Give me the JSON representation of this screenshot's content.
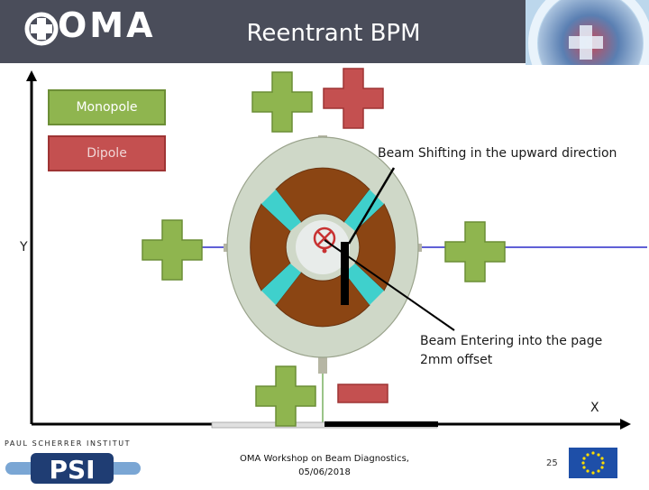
{
  "header": {
    "logo_text": "OMA",
    "title": "Reentrant BPM",
    "header_image_icon": "medical-imaging-icon"
  },
  "legend": {
    "monopole_label": "Monopole",
    "dipole_label": "Dipole"
  },
  "diagram": {
    "y_axis_label": "Y",
    "x_axis_label": "X",
    "annotation_shift": "Beam Shifting in the upward direction",
    "annotation_entering_line1": "Beam Entering into the page",
    "annotation_entering_line2": "2mm offset",
    "beam_icon": "beam-into-page-icon"
  },
  "colors": {
    "header_bg": "#4a4d5a",
    "monopole": "#8fb54f",
    "dipole": "#c45050",
    "electrode_brown": "#8b4513",
    "cyan": "#3fd0cc",
    "housing_gray": "#cfd8c8"
  },
  "footer": {
    "institute": "PAUL SCHERRER INSTITUT",
    "psi_logo": "PSI",
    "workshop_line1": "OMA Workshop on Beam Diagnostics,",
    "workshop_line2": "05/06/2018",
    "page_number": "25",
    "flag_icon": "eu-flag-icon"
  }
}
